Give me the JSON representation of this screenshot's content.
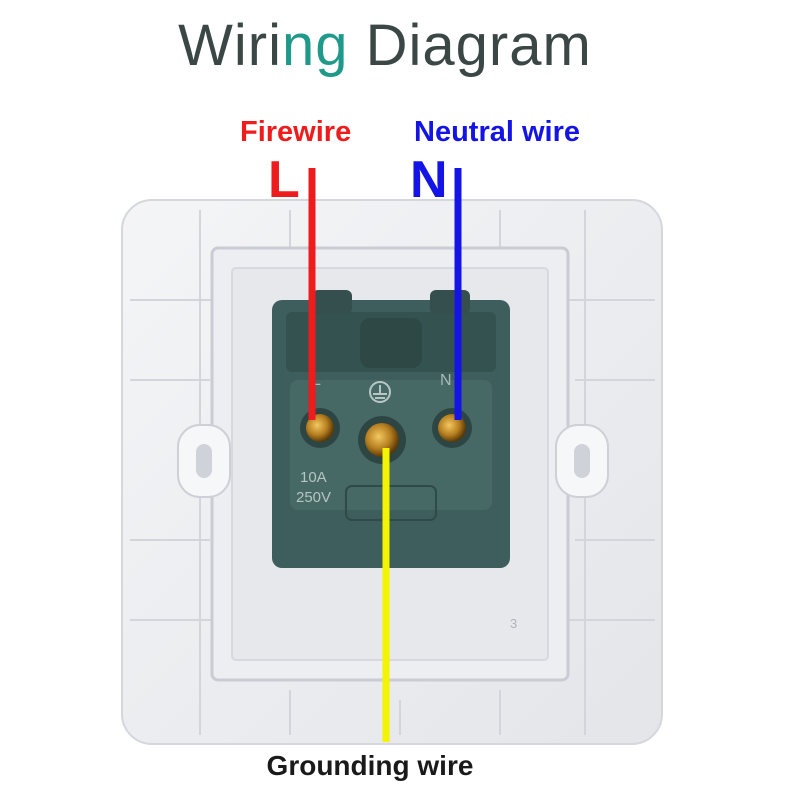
{
  "title": {
    "part1": "Wiri",
    "part2": "ng",
    "part3": " Diagram"
  },
  "wires": {
    "live": {
      "caption": "Firewire",
      "letter": "L",
      "color": "#ee1c1c"
    },
    "neutral": {
      "caption": "Neutral wire",
      "letter": "N",
      "color": "#1414e6"
    },
    "ground": {
      "caption": "Grounding wire",
      "color": "#f4f400"
    }
  },
  "socket": {
    "marking_l": "L",
    "marking_n": "N",
    "rating_current": "10A",
    "rating_voltage": "250V",
    "module_color": "#3d5e5c"
  },
  "frame": {
    "corner_mark": "3"
  }
}
